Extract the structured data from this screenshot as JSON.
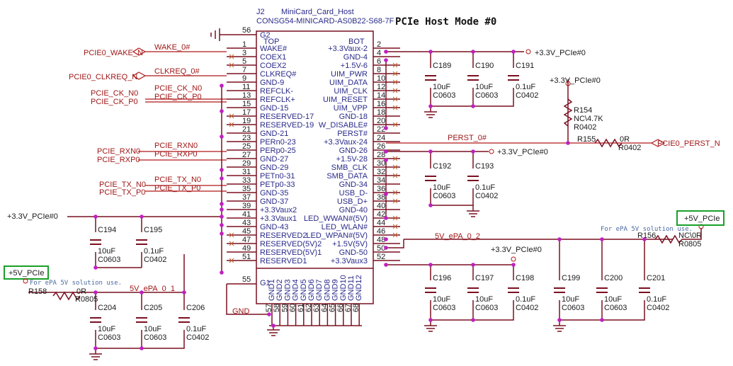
{
  "title": "PCIe Host Mode #0",
  "connector": {
    "ref": "J2",
    "value": "MiniCard_Card_Host",
    "part": "CONSG54-MINICARD-AS0B22-S68-7F",
    "top_label": "TOP",
    "bot_label": "BOT",
    "g2": "G2",
    "g1": "G1",
    "pin56": "56",
    "pin55": "55",
    "left_pins": [
      {
        "num": "1",
        "name": "WAKE#"
      },
      {
        "num": "3",
        "name": "COEX1"
      },
      {
        "num": "5",
        "name": "COEX2"
      },
      {
        "num": "7",
        "name": "CLKREQ#"
      },
      {
        "num": "9",
        "name": "GND-9"
      },
      {
        "num": "11",
        "name": "REFCLK-"
      },
      {
        "num": "13",
        "name": "REFCLK+"
      },
      {
        "num": "15",
        "name": "GND-15"
      },
      {
        "num": "17",
        "name": "RESERVED-17"
      },
      {
        "num": "19",
        "name": "RESERVED-19"
      },
      {
        "num": "21",
        "name": "GND-21"
      },
      {
        "num": "23",
        "name": "PERn0-23"
      },
      {
        "num": "25",
        "name": "PERp0-25"
      },
      {
        "num": "27",
        "name": "GND-27"
      },
      {
        "num": "29",
        "name": "GND-29"
      },
      {
        "num": "31",
        "name": "PETn0-31"
      },
      {
        "num": "33",
        "name": "PETp0-33"
      },
      {
        "num": "35",
        "name": "GND-35"
      },
      {
        "num": "37",
        "name": "GND-37"
      },
      {
        "num": "39",
        "name": "+3.3Vaux2"
      },
      {
        "num": "41",
        "name": "+3.3Vaux1"
      },
      {
        "num": "43",
        "name": "GND-43"
      },
      {
        "num": "45",
        "name": "RESERVED2"
      },
      {
        "num": "47",
        "name": "RESERVED(5V)2"
      },
      {
        "num": "49",
        "name": "RESERVED(5V)1"
      },
      {
        "num": "51",
        "name": "RESERVED1"
      }
    ],
    "right_pins": [
      {
        "num": "2",
        "name": "+3.3Vaux-2"
      },
      {
        "num": "4",
        "name": "GND-4"
      },
      {
        "num": "6",
        "name": "+1.5V-6"
      },
      {
        "num": "8",
        "name": "UIM_PWR"
      },
      {
        "num": "10",
        "name": "UIM_DATA"
      },
      {
        "num": "12",
        "name": "UIM_CLK"
      },
      {
        "num": "14",
        "name": "UIM_RESET"
      },
      {
        "num": "16",
        "name": "UIM_VPP"
      },
      {
        "num": "18",
        "name": "GND-18"
      },
      {
        "num": "20",
        "name": "W_DISABLE#"
      },
      {
        "num": "22",
        "name": "PERST#"
      },
      {
        "num": "24",
        "name": "+3.3Vaux-24"
      },
      {
        "num": "26",
        "name": "GND-26"
      },
      {
        "num": "28",
        "name": "+1.5V-28"
      },
      {
        "num": "30",
        "name": "SMB_CLK"
      },
      {
        "num": "32",
        "name": "SMB_DATA"
      },
      {
        "num": "34",
        "name": "GND-34"
      },
      {
        "num": "36",
        "name": "USB_D-"
      },
      {
        "num": "38",
        "name": "USB_D+"
      },
      {
        "num": "40",
        "name": "GND-40"
      },
      {
        "num": "42",
        "name": "LED_WWAN#(5V)"
      },
      {
        "num": "44",
        "name": "LED_WLAN#"
      },
      {
        "num": "46",
        "name": "LED_WPAN#(5V)"
      },
      {
        "num": "48",
        "name": "+1.5V(5V)"
      },
      {
        "num": "50",
        "name": "GND-50"
      },
      {
        "num": "52",
        "name": "+3.3Vaux3"
      }
    ],
    "bottom_pins": [
      {
        "num": "57",
        "name": "GND1"
      },
      {
        "num": "58",
        "name": "GND2"
      },
      {
        "num": "59",
        "name": "GND3"
      },
      {
        "num": "60",
        "name": "GND4"
      },
      {
        "num": "61",
        "name": "GND5"
      },
      {
        "num": "62",
        "name": "GND6"
      },
      {
        "num": "63",
        "name": "GND7"
      },
      {
        "num": "64",
        "name": "GND8"
      },
      {
        "num": "65",
        "name": "GND9"
      },
      {
        "num": "66",
        "name": "GND10"
      },
      {
        "num": "67",
        "name": "GND11"
      },
      {
        "num": "68",
        "name": "GND12"
      }
    ]
  },
  "nets": {
    "wake_port": "PCIE0_WAKE_N",
    "wake": "WAKE_0#",
    "clkreq_port": "PCIE0_CLKREQ_N",
    "clkreq": "CLKREQ_0#",
    "ckn_port": "PCIE_CK_N0",
    "ckp_port": "PCIE_CK_P0",
    "ckn": "PCIE_CK_N0",
    "ckp": "PCIE_CK_P0",
    "rxn_port": "PCIE_RXN0",
    "rxp_port": "PCIE_RXP0",
    "rxn": "PCIE_RXN0",
    "rxp": "PCIE_RXP0",
    "txn_port": "PCIE_TX_N0",
    "txp_port": "PCIE_TX_P0",
    "txn": "PCIE_TX_N0",
    "txp": "PCIE_TX_P0",
    "perst": "PERST_0#",
    "perst_port": "PCIE0_PERST_N",
    "v33_a": "+3.3V_PCIe#0",
    "v33_b": "+3.3V_PCIe#0",
    "v33_c": "+3.3V_PCIe#0",
    "v33_d": "+3.3V_PCIe#0",
    "v33_e": "+3.3V_PCIe#0",
    "epa_right": "5V_ePA_0_2",
    "epa_left": "5V_ePA_0_1",
    "gnd": "GND"
  },
  "power": {
    "right_label": "+5V_PCIe",
    "right_note": "For ePA 5V solution use.",
    "left_label": "+5V_PCIe",
    "left_note": "For ePA 5V solution use."
  },
  "components": {
    "C189": {
      "ref": "C189",
      "val": "10uF",
      "pkg": "C0603"
    },
    "C190": {
      "ref": "C190",
      "val": "10uF",
      "pkg": "C0603"
    },
    "C191": {
      "ref": "C191",
      "val": "0.1uF",
      "pkg": "C0402"
    },
    "R154": {
      "ref": "R154",
      "val": "NC\\4.7K",
      "pkg": "R0402"
    },
    "R155": {
      "ref": "R155",
      "val": "0R",
      "pkg": "R0402"
    },
    "C192": {
      "ref": "C192",
      "val": "10uF",
      "pkg": "C0603"
    },
    "C193": {
      "ref": "C193",
      "val": "0.1uF",
      "pkg": "C0402"
    },
    "C194": {
      "ref": "C194",
      "val": "10uF",
      "pkg": "C0603"
    },
    "C195": {
      "ref": "C195",
      "val": "0.1uF",
      "pkg": "C0402"
    },
    "R156": {
      "ref": "R156",
      "val": "NC\\0R",
      "pkg": "R0805"
    },
    "C196": {
      "ref": "C196",
      "val": "10uF",
      "pkg": "C0603"
    },
    "C197": {
      "ref": "C197",
      "val": "10uF",
      "pkg": "C0603"
    },
    "C198": {
      "ref": "C198",
      "val": "0.1uF",
      "pkg": "C0402"
    },
    "C199": {
      "ref": "C199",
      "val": "10uF",
      "pkg": "C0603"
    },
    "C200": {
      "ref": "C200",
      "val": "10uF",
      "pkg": "C0603"
    },
    "C201": {
      "ref": "C201",
      "val": "0.1uF",
      "pkg": "C0402"
    },
    "R158": {
      "ref": "R158",
      "val": "0R",
      "pkg": "R0805"
    },
    "C204": {
      "ref": "C204",
      "val": "10uF",
      "pkg": "C0603"
    },
    "C205": {
      "ref": "C205",
      "val": "10uF",
      "pkg": "C0603"
    },
    "C206": {
      "ref": "C206",
      "val": "0.1uF",
      "pkg": "C0402"
    }
  }
}
